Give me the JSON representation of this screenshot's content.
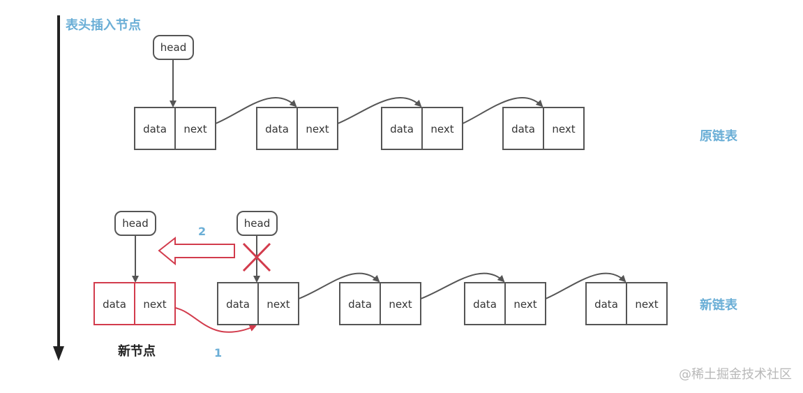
{
  "title": "表头插入节点",
  "original_label": "原链表",
  "new_label": "新链表",
  "new_node_label": "新节点",
  "step1": "1",
  "step2": "2",
  "head_label": "head",
  "data_label": "data",
  "next_label": "next",
  "watermark": "@稀土掘金技术社区",
  "colors": {
    "accent": "#6aaed6",
    "node_border": "#555555",
    "new_node_border": "#d23b4c",
    "cross": "#d23b4c",
    "text": "#333333"
  }
}
